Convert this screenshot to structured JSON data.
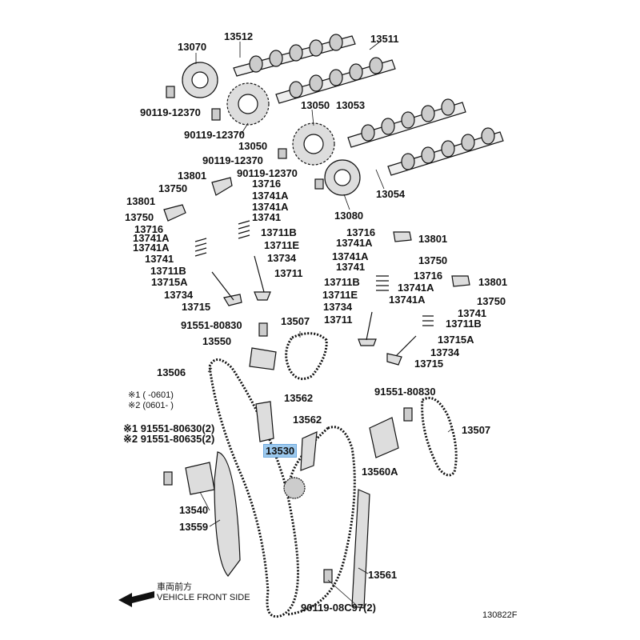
{
  "diagram_code": "130822F",
  "front_side": {
    "japanese": "車両前方",
    "english": "VEHICLE FRONT SIDE"
  },
  "notes": [
    {
      "mark": "※1",
      "text": "(        -0601)"
    },
    {
      "mark": "※2",
      "text": "(0601-        )"
    }
  ],
  "labels": {
    "p13070": "13070",
    "p13512": "13512",
    "p13511": "13511",
    "p90119a": "90119-12370",
    "p90119b": "90119-12370",
    "p13050a": "13050",
    "p13050b": "13050",
    "p13053": "13053",
    "p90119c": "90119-12370",
    "p90119d": "90119-12370",
    "p13054": "13054",
    "p13080": "13080",
    "p13801a": "13801",
    "p13750a": "13750",
    "p13716a": "13716",
    "p13741Aa": "13741A",
    "p13801b": "13801",
    "p13741Ab": "13741A",
    "p13750b": "13750",
    "p13741a": "13741",
    "p13716b": "13716",
    "p13741Ac": "13741A",
    "p13711Ba": "13711B",
    "p13741Ad": "13741A",
    "p13711Ea": "13711E",
    "p13741b": "13741",
    "p13734a": "13734",
    "p13711Bb": "13711B",
    "p13711a": "13711",
    "p13715Aa": "13715A",
    "p13734b": "13734",
    "p13715a": "13715",
    "p13716c": "13716",
    "p13741Ae": "13741A",
    "p13801c": "13801",
    "p13741Af": "13741A",
    "p13750c": "13750",
    "p13741c": "13741",
    "p13711Bc": "13711B",
    "p13801d": "13801",
    "p13716d": "13716",
    "p13711Ec": "13711E",
    "p13741Ag": "13741A",
    "p13741Ah": "13741A",
    "p13750d": "13750",
    "p13734c": "13734",
    "p13741d": "13741",
    "p13711b": "13711",
    "p13711Bd": "13711B",
    "p13715Ab": "13715A",
    "p13734d": "13734",
    "p13715b": "13715",
    "p91551a": "91551-80830",
    "p13507a": "13507",
    "p13550": "13550",
    "p13506": "13506",
    "p13562a": "13562",
    "p91551b": "91551-80830",
    "p13562b": "13562",
    "p13507b": "13507",
    "p91551c": "91551-80630(2)",
    "p91551d": "91551-80635(2)",
    "p13530": "13530",
    "p13560A": "13560A",
    "p13540": "13540",
    "p13559": "13559",
    "p13561": "13561",
    "p90119e": "90119-08C97(2)"
  }
}
